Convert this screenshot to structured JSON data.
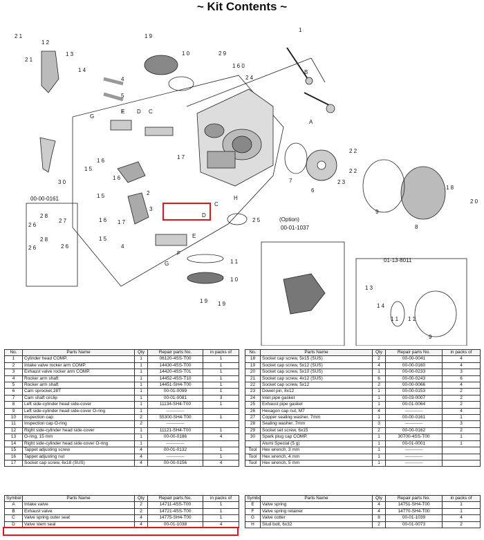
{
  "title": "~ Kit Contents ~",
  "headers": {
    "no": "No.",
    "symbol": "Symbol",
    "name": "Parts Name",
    "qty": "Qty",
    "repair": "Repair parts No.",
    "packs": "in packs of"
  },
  "dash": "————",
  "left_rows": [
    {
      "no": "1",
      "name": "Cylinder head COMP.",
      "qty": "1",
      "repair": "06120-4SS-T00",
      "packs": "1"
    },
    {
      "no": "2",
      "name": "Intake valve rocker arm COMP.",
      "qty": "1",
      "repair": "14430-4SS-T00",
      "packs": "1"
    },
    {
      "no": "3",
      "name": "Exhaust valve rocker arm COMP.",
      "qty": "1",
      "repair": "14420-4SS-T01",
      "packs": "1"
    },
    {
      "no": "4",
      "name": "Rocker arm shaft",
      "qty": "1",
      "repair": "14452-4SS-T10",
      "packs": "1"
    },
    {
      "no": "5",
      "name": "Rocker arm shaft",
      "qty": "1",
      "repair": "14451-SH4-T00",
      "packs": "1"
    },
    {
      "no": "6",
      "name": "Cam sprocket,28T",
      "qty": "1",
      "repair": "00-01-0099",
      "packs": "1"
    },
    {
      "no": "7",
      "name": "Cam shaft circlip",
      "qty": "1",
      "repair": "00-01-0081",
      "packs": "3"
    },
    {
      "no": "8",
      "name": "Left side-cylinder head side-cover",
      "qty": "1",
      "repair": "11134-SH4-T00",
      "packs": "1"
    },
    {
      "no": "9",
      "name": "Left side-cylinder head side-cover O-ring",
      "qty": "1",
      "repair": "",
      "packs": ""
    },
    {
      "no": "10",
      "name": "Inspection cap",
      "qty": "2",
      "repair": "55300-SH4-T00",
      "packs": "1"
    },
    {
      "no": "11",
      "name": "Inspection cap O-ring",
      "qty": "2",
      "repair": "",
      "packs": ""
    },
    {
      "no": "12",
      "name": "Right side-cylinder head side-cover",
      "qty": "1",
      "repair": "11121-SH4-T00",
      "packs": "1"
    },
    {
      "no": "13",
      "name": "O-ring, 15 mm",
      "qty": "1",
      "repair": "00-00-0186",
      "packs": "4"
    },
    {
      "no": "14",
      "name": "Right side-cylinder head side-cover O-ring",
      "qty": "1",
      "repair": "",
      "packs": ""
    },
    {
      "no": "15",
      "name": "Tappet adjusting screw",
      "qty": "4",
      "repair": "00-01-0132",
      "packs": "1"
    },
    {
      "no": "16",
      "name": "Tappet adjusting nut",
      "qty": "4",
      "repair": "",
      "packs": "1"
    },
    {
      "no": "17",
      "name": "Socket cap screw, 6x18 (SUS)",
      "qty": "4",
      "repair": "00-00-0156",
      "packs": "4"
    }
  ],
  "right_rows": [
    {
      "no": "18",
      "name": "Socket cap screw, 5x15 (SUS)",
      "qty": "2",
      "repair": "00-00-0041",
      "packs": "4"
    },
    {
      "no": "19",
      "name": "Socket cap screw, 5x12 (SUS)",
      "qty": "4",
      "repair": "00-00-0160",
      "packs": "4"
    },
    {
      "no": "20",
      "name": "Socket cap screw, 5x10 (SUS)",
      "qty": "1",
      "repair": "00-00-0233",
      "packs": "3"
    },
    {
      "no": "21",
      "name": "Socket cap screw, 4x12 (SUS)",
      "qty": "6",
      "repair": "00-00-0243",
      "packs": "6"
    },
    {
      "no": "22",
      "name": "Socket cap screw, 5x12",
      "qty": "2",
      "repair": "00-00-0066",
      "packs": "4"
    },
    {
      "no": "23",
      "name": "Dowel pin, 8x12",
      "qty": "1",
      "repair": "00-00-0153",
      "packs": "2"
    },
    {
      "no": "24",
      "name": "Inlet pipe gasket",
      "qty": "1",
      "repair": "00-03-0007",
      "packs": "2"
    },
    {
      "no": "25",
      "name": "Exhaust pipe gasket",
      "qty": "1",
      "repair": "00-01-0064",
      "packs": "2"
    },
    {
      "no": "26",
      "name": "Hexagon cap nut, M7",
      "qty": "4",
      "repair": "",
      "packs": "4"
    },
    {
      "no": "27",
      "name": "Copper sealing washer, 7mm",
      "qty": "1",
      "repair": "00-00-0161",
      "packs": "1"
    },
    {
      "no": "28",
      "name": "Sealing washer, 7mm",
      "qty": "3",
      "repair": "",
      "packs": "3"
    },
    {
      "no": "29",
      "name": "Socket set screw, 6x15",
      "qty": "2",
      "repair": "00-00-0162",
      "packs": "2"
    },
    {
      "no": "30",
      "name": "Spark plug cap COMP.",
      "qty": "1",
      "repair": "30700-4SS-T00",
      "packs": "1"
    },
    {
      "no": "",
      "name": "Alumi Special (5 g)",
      "qty": "1",
      "repair": "00-01-0001",
      "packs": "1"
    },
    {
      "no": "Tool",
      "name": "Hex wrench, 3 mm",
      "qty": "1",
      "repair": "",
      "packs": ""
    },
    {
      "no": "Tool",
      "name": "Hex wrench, 4 mm",
      "qty": "1",
      "repair": "",
      "packs": ""
    },
    {
      "no": "Tool",
      "name": "Hex wrench, 5 mm",
      "qty": "1",
      "repair": "",
      "packs": ""
    }
  ],
  "left_sym": [
    {
      "no": "A",
      "name": "Intake valve",
      "qty": "2",
      "repair": "14711-4SS-T00",
      "packs": "1"
    },
    {
      "no": "B",
      "name": "Exhaust valve",
      "qty": "2",
      "repair": "14721-4SS-T00",
      "packs": "1"
    },
    {
      "no": "C",
      "name": "Valve spring outer seat",
      "qty": "4",
      "repair": "14775-SH4-T00",
      "packs": "1"
    },
    {
      "no": "D",
      "name": "Valve stem seal",
      "qty": "4",
      "repair": "00-01-1038",
      "packs": "4"
    }
  ],
  "right_sym": [
    {
      "no": "E",
      "name": "Valve spring",
      "qty": "4",
      "repair": "14751-SH4-T00",
      "packs": "1"
    },
    {
      "no": "F",
      "name": "Valve spring retainer",
      "qty": "4",
      "repair": "14770-SH4-T00",
      "packs": "1"
    },
    {
      "no": "G",
      "name": "Valve cotter",
      "qty": "8",
      "repair": "00-01-1039",
      "packs": "4"
    },
    {
      "no": "H",
      "name": "Stud bolt, 6x32",
      "qty": "2",
      "repair": "00-01-0073",
      "packs": "2"
    }
  ],
  "diagram": {
    "labels": [
      "1",
      "2",
      "3",
      "4",
      "5",
      "6",
      "7",
      "8",
      "9",
      "10",
      "11",
      "12",
      "13",
      "14",
      "15",
      "16",
      "17",
      "18",
      "19",
      "20",
      "21",
      "22",
      "23",
      "25",
      "28",
      "29",
      "30",
      "26",
      "27",
      "A",
      "B",
      "C",
      "D",
      "E",
      "F",
      "G",
      "H"
    ],
    "kit_codes": {
      "k1": "00-00-0161",
      "k2": "00-01-1037",
      "k3": "01-13-8011"
    },
    "option": "(Option)"
  }
}
